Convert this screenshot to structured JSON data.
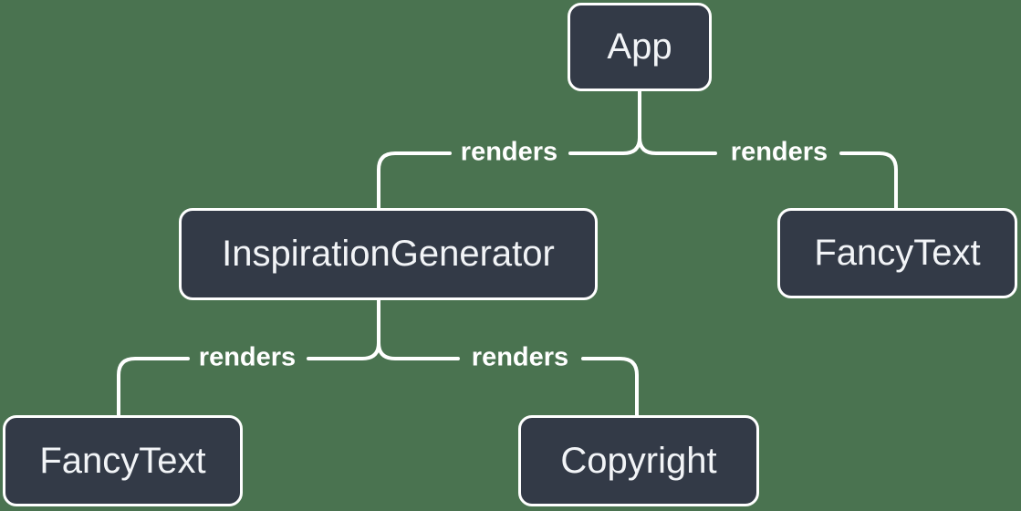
{
  "diagram_type": "component-render-tree",
  "colors": {
    "background": "#4A7350",
    "node_fill": "#333A47",
    "node_border": "#FFFFFF",
    "node_text": "#F2F4F7",
    "edge_line": "#FFFFFF",
    "edge_label_text": "#FFFFFF"
  },
  "nodes": {
    "app": {
      "label": "App"
    },
    "inspiration_generator": {
      "label": "InspirationGenerator"
    },
    "fancy_text_right": {
      "label": "FancyText"
    },
    "fancy_text_bottom": {
      "label": "FancyText"
    },
    "copyright": {
      "label": "Copyright"
    }
  },
  "edges": {
    "app_to_inspiration_generator": {
      "label": "renders"
    },
    "app_to_fancy_text": {
      "label": "renders"
    },
    "inspiration_generator_to_fancy_text": {
      "label": "renders"
    },
    "inspiration_generator_to_copyright": {
      "label": "renders"
    }
  }
}
